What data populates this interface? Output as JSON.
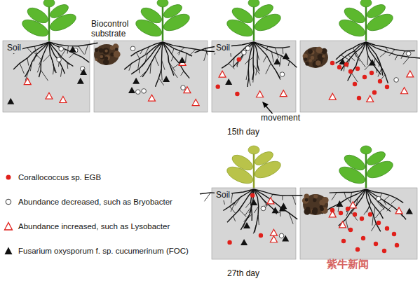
{
  "diagram": {
    "labels": [
      "Soil",
      "Biocontrol substrate",
      "Soil",
      "movement",
      "15th day",
      "Soil",
      "27th day",
      "紫牛新闻"
    ],
    "legend": [
      {
        "text": "Corallococcus sp. EGB"
      },
      {
        "text": "Abundance decreased, such as Bryobacter"
      },
      {
        "text": "Abundance increased, such as Lysobacter"
      },
      {
        "text": "Fusarium oxysporum f. sp. cucumerinum (FOC)"
      }
    ]
  }
}
